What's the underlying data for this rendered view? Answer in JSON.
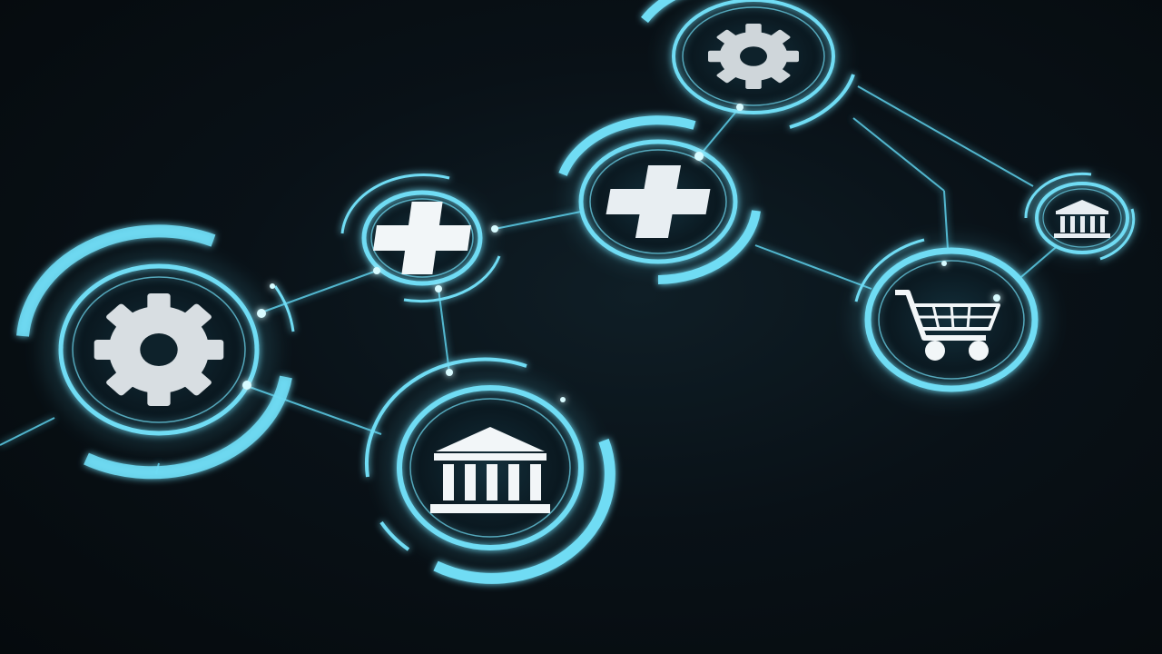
{
  "scene": {
    "background": "#070d11",
    "accent": "#5fd3ee",
    "accent_bright": "#b8f2ff",
    "icon_fill": "#e8eef2"
  },
  "nodes": [
    {
      "id": "gear-large",
      "icon": "gear-icon"
    },
    {
      "id": "cross-small",
      "icon": "cross-icon"
    },
    {
      "id": "bank-large",
      "icon": "bank-icon"
    },
    {
      "id": "cross-medium",
      "icon": "cross-icon"
    },
    {
      "id": "gear-top",
      "icon": "gear-icon"
    },
    {
      "id": "cart",
      "icon": "shopping-cart-icon"
    },
    {
      "id": "bank-small",
      "icon": "bank-icon"
    }
  ]
}
